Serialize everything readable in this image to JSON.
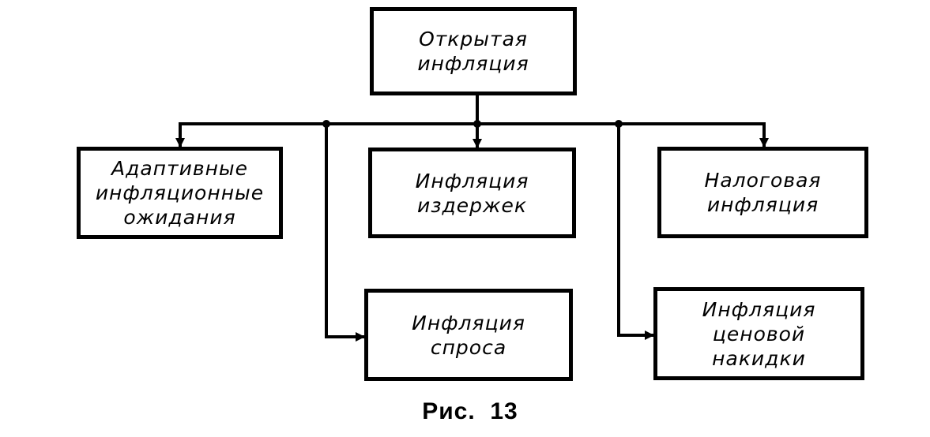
{
  "diagram": {
    "root": {
      "line1": "Открытая",
      "line2": "инфляция"
    },
    "nodes": {
      "adaptive": {
        "line1": "Адаптивные",
        "line2": "инфляционные",
        "line3": "ожидания"
      },
      "cost": {
        "line1": "Инфляция",
        "line2": "издержек"
      },
      "tax": {
        "line1": "Налоговая",
        "line2": "инфляция"
      },
      "demand": {
        "line1": "Инфляция",
        "line2": "спроса"
      },
      "markup": {
        "line1": "Инфляция",
        "line2": "ценовой",
        "line3": "накидки"
      }
    },
    "caption": "Рис.  13"
  }
}
